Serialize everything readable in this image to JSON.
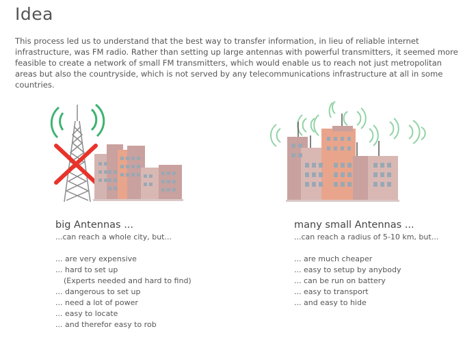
{
  "page": {
    "title": "Idea",
    "intro": "This process led us to understand that the best way to transfer information, in lieu of  reliable internet infrastructure, was FM radio. Rather than setting up large antennas with powerful transmitters, it seemed more feasible to create a network of small FM transmitters, which would enable us to reach not just metropolitan areas but also the countryside, which is not served by any telecommunications infrastructure at all in some countries."
  },
  "left": {
    "heading": "big Antennas ...",
    "subtitle": "...can reach a whole city, but...",
    "items": [
      "... are very expensive",
      "... hard to set up",
      "(Experts needed and hard to find)",
      "... dangerous to set up",
      "... need a lot of power",
      "... easy to locate",
      "... and therefor easy to rob"
    ]
  },
  "right": {
    "heading": "many small Antennas ...",
    "subtitle": "...can reach a radius of 5-10 km, but...",
    "items": [
      "... are much cheaper",
      "... easy to setup by anybody",
      "... can be run on battery",
      "... easy to transport",
      "... and easy to hide"
    ]
  },
  "colors": {
    "signal": "#3cb371",
    "cross": "#e8332a",
    "building_light": "#d9b8b4",
    "building_mid": "#c9a19e",
    "building_orange": "#e8a58c",
    "window": "#9aa8b4"
  }
}
